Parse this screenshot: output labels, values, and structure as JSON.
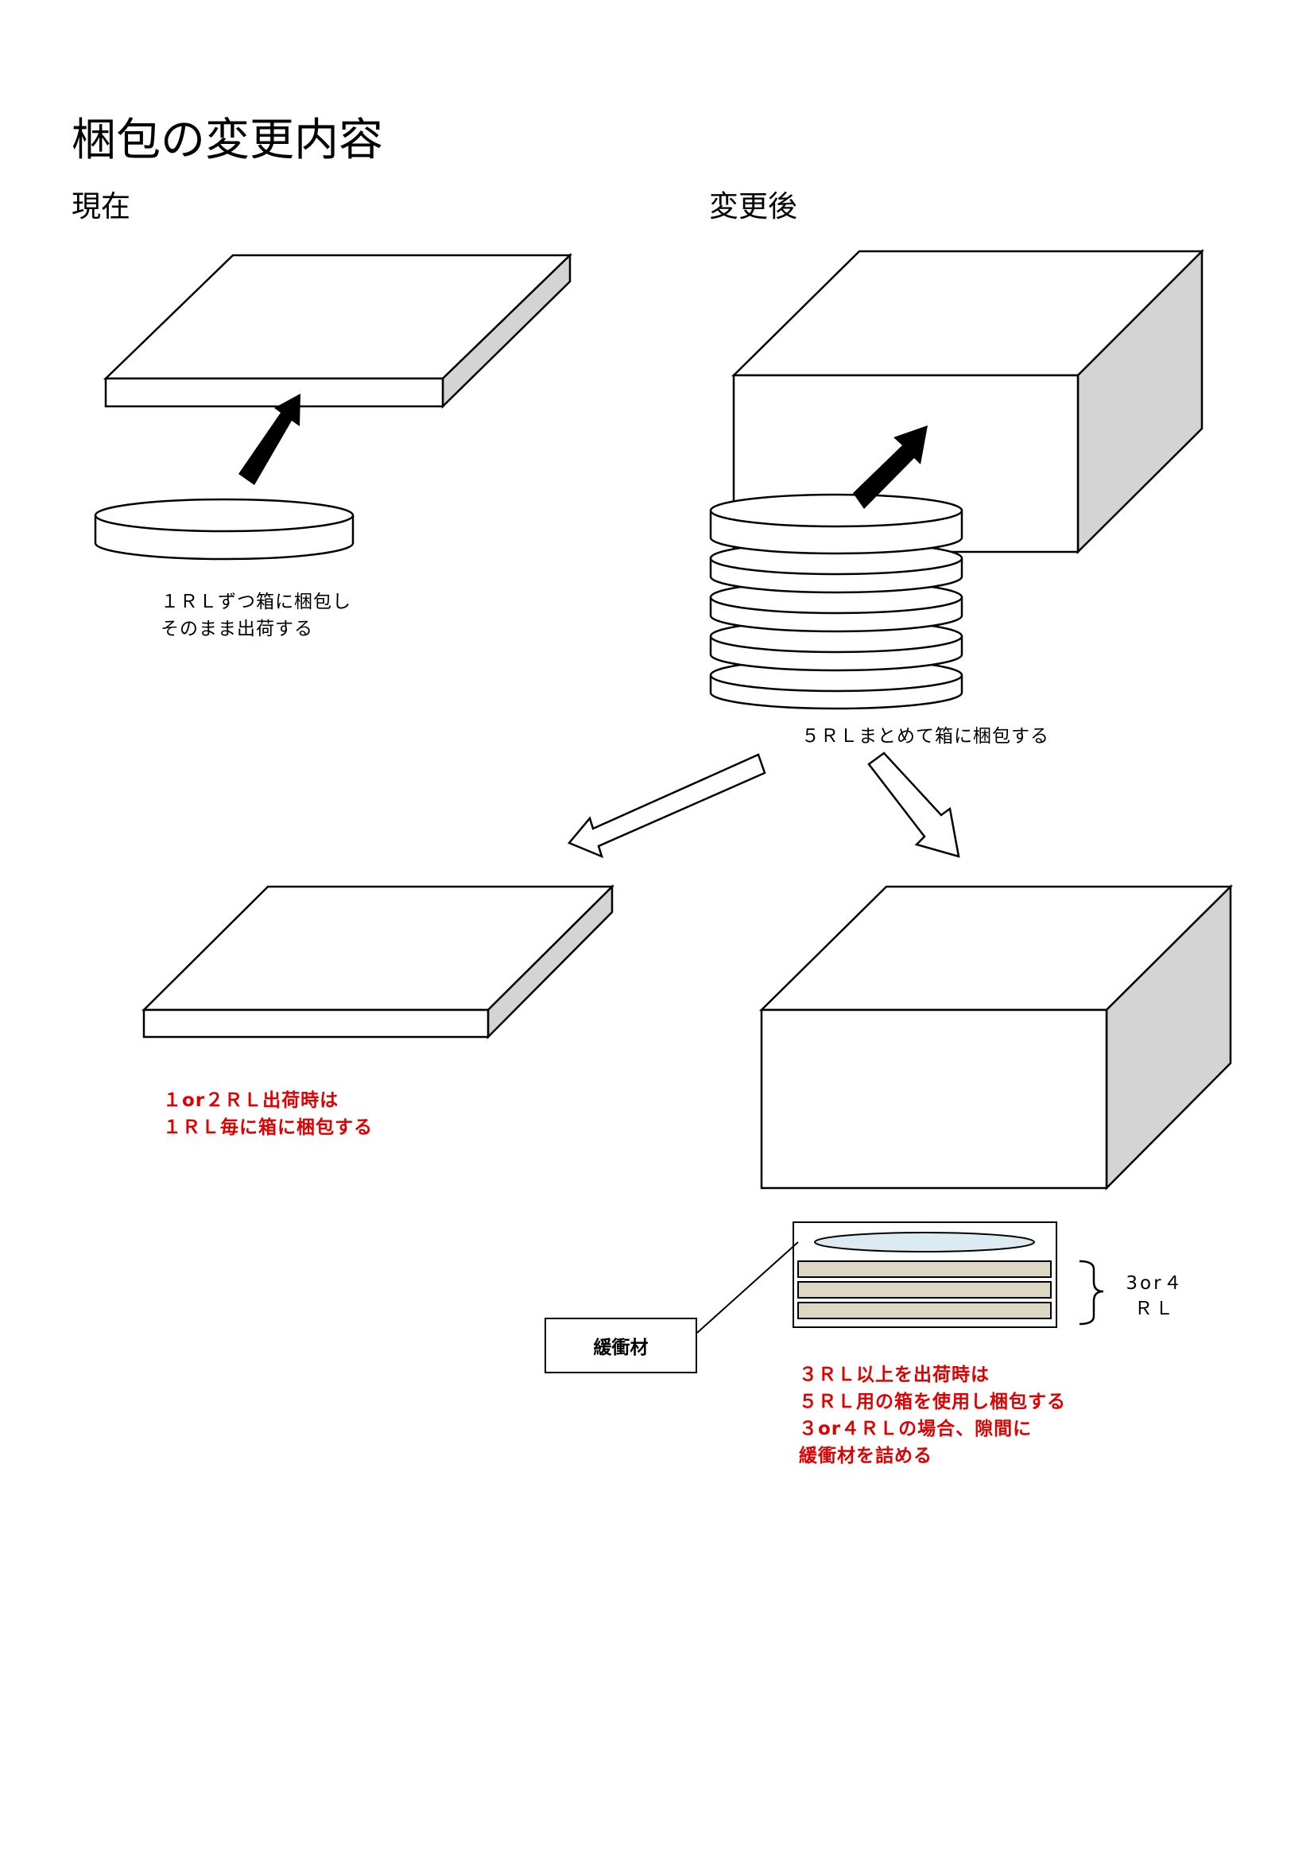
{
  "title": "梱包の変更内容",
  "sections": {
    "current": "現在",
    "after": "変更後"
  },
  "notes": {
    "current_desc": "１ＲＬずつ箱に梱包し\nそのまま出荷する",
    "after_desc": "５ＲＬまとめて箱に梱包する",
    "small_qty": "１or２ＲＬ出荷時は\n１ＲＬ毎に箱に梱包する",
    "large_qty": "３ＲＬ以上を出荷時は\n５ＲＬ用の箱を使用し梱包する\n３or４ＲＬの場合、隙間に\n緩衝材を詰める"
  },
  "callouts": {
    "cushion": "緩衝材",
    "quantity": "3or４\nＲＬ"
  },
  "colors": {
    "note_red": "#e00000",
    "box_side": "#d4d4d4",
    "roll_layer": "#dcd8c4",
    "cushion_disc": "#dcebf2"
  }
}
